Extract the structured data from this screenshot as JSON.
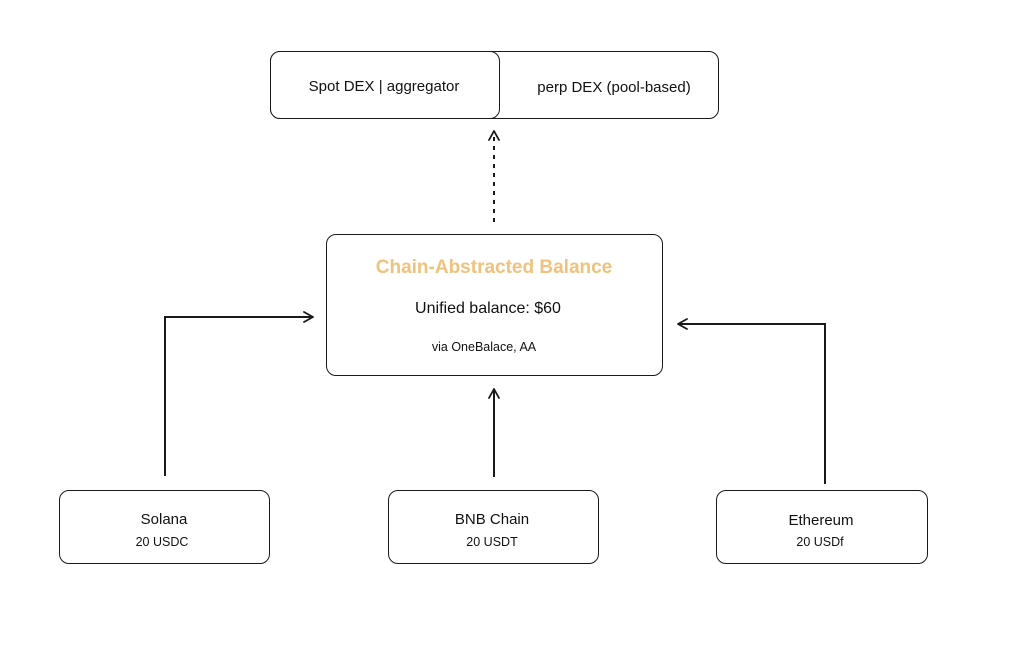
{
  "colors": {
    "accent": "#f0c27b",
    "stroke": "#1a1a1a"
  },
  "dex": {
    "spot_label": "Spot DEX | aggregator",
    "perp_label": "perp DEX (pool-based)"
  },
  "balance": {
    "title": "Chain-Abstracted Balance",
    "unified": "Unified balance: $60",
    "via": "via OneBalace, AA"
  },
  "chains": [
    {
      "name": "Solana",
      "amount": "20 USDC"
    },
    {
      "name": "BNB Chain",
      "amount": "20 USDT"
    },
    {
      "name": "Ethereum",
      "amount": "20 USDf"
    }
  ]
}
